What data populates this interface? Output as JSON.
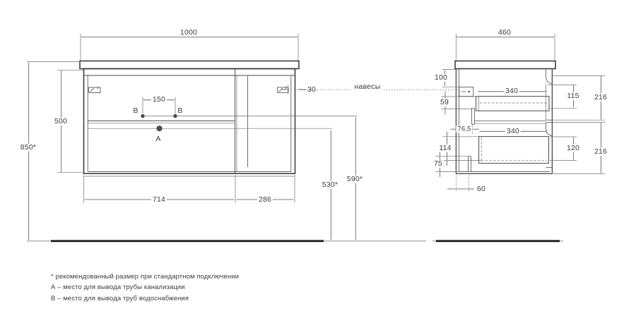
{
  "drawing": {
    "title": "vanity-cabinet-dimension-drawing",
    "line_color": "#4a4a4a",
    "floor_color": "#151515",
    "front_view": {
      "width_total": "1000",
      "height_overall": "850*",
      "height_cabinet": "500",
      "holes_spacing": "150",
      "hanger_offset": "30",
      "width_drawer_section": "714",
      "width_side_section": "286",
      "height_drain": "530*",
      "height_supply": "590*",
      "label_a": "A",
      "label_b": "B"
    },
    "side_view": {
      "depth_total": "460",
      "hanger_drop": "100",
      "dim_59": "59",
      "dim_76_5": "76,5",
      "dim_114": "114",
      "dim_75": "75",
      "dim_60": "60",
      "drawer_depth": "340",
      "drawer_inner_top": "115",
      "drawer_front": "216",
      "drawer_inner_bottom": "120"
    },
    "hangers_label": "навесы",
    "notes": {
      "recommended": "* рекомендованный размер при стандартном подключении",
      "note_a": "А – место для вывода трубы канализации",
      "note_b": "В – место для вывода труб водоснабжения"
    }
  }
}
